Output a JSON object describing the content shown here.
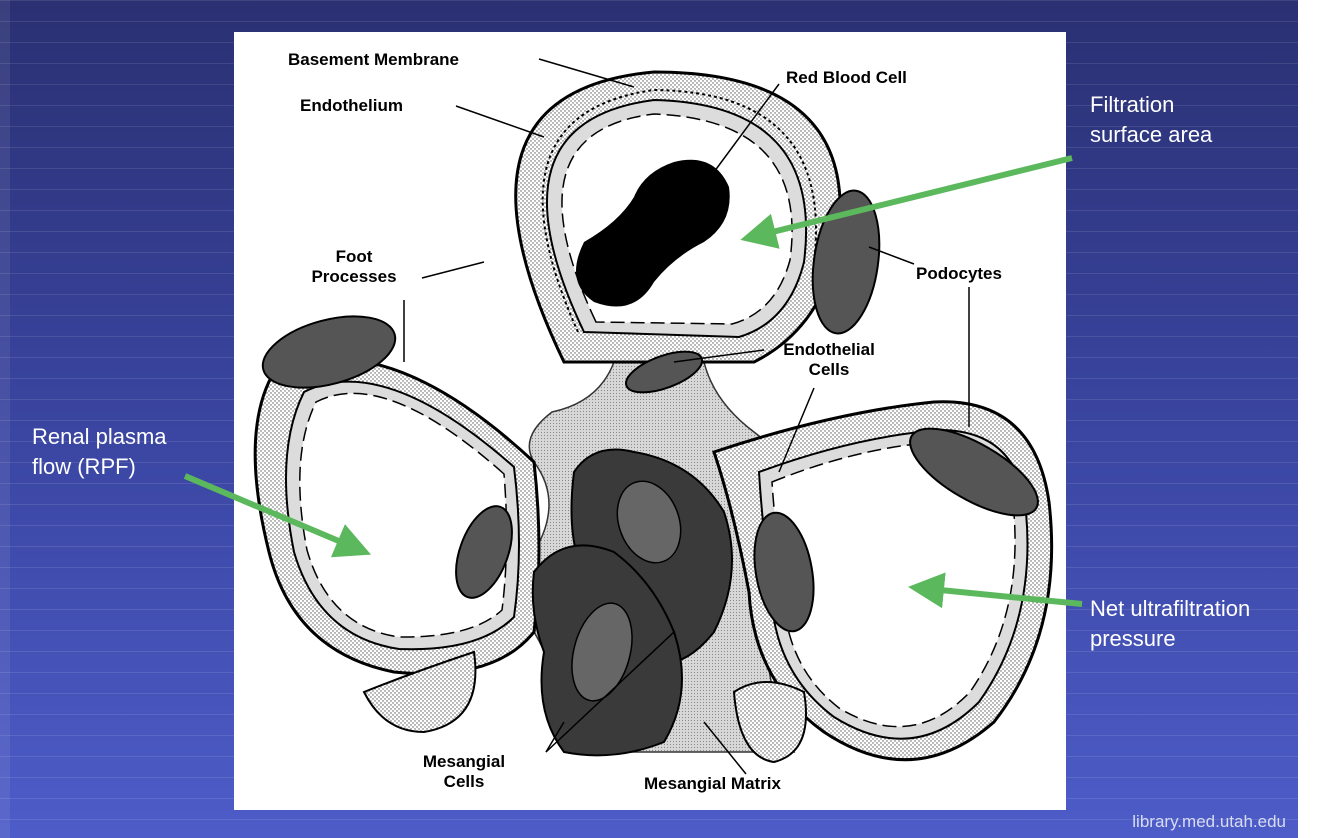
{
  "diagram": {
    "labels": {
      "basement_membrane": "Basement Membrane",
      "red_blood_cell": "Red Blood Cell",
      "endothelium": "Endothelium",
      "foot_processes_1": "Foot",
      "foot_processes_2": "Processes",
      "podocytes": "Podocytes",
      "endothelial_cells_1": "Endothelial",
      "endothelial_cells_2": "Cells",
      "mesangial_cells_1": "Mesangial",
      "mesangial_cells_2": "Cells",
      "mesangial_matrix": "Mesangial Matrix"
    }
  },
  "annotations": {
    "filtration_1": "Filtration",
    "filtration_2": "surface area",
    "rpf_1": "Renal plasma",
    "rpf_2": "flow (RPF)",
    "net_1": "Net ultrafiltration",
    "net_2": "pressure",
    "arrow_color": "#5cb85c"
  },
  "source": "library.med.utah.edu"
}
